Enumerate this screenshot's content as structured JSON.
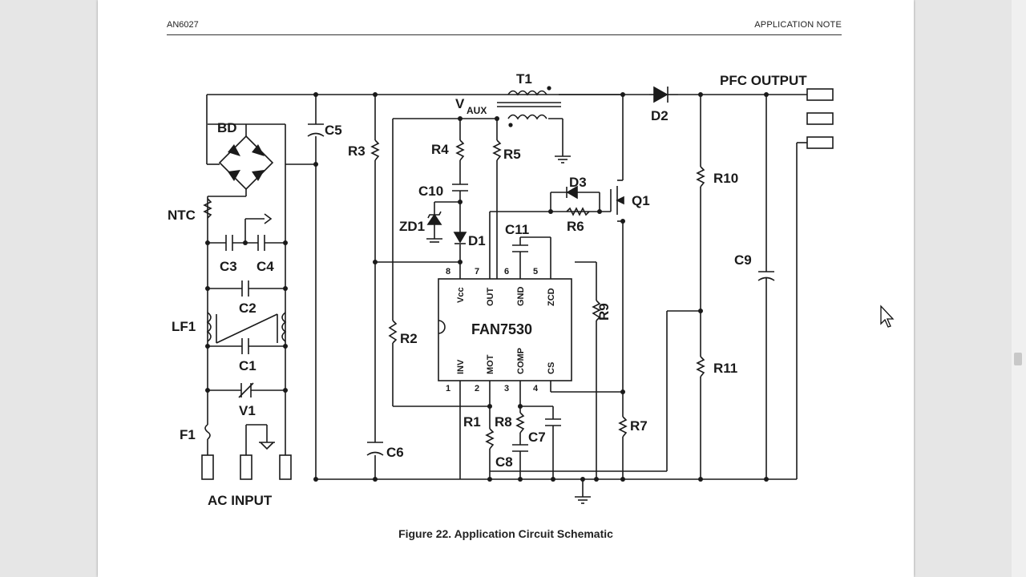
{
  "document": {
    "header_left": "AN6027",
    "header_right": "APPLICATION NOTE",
    "caption": "Figure 22. Application Circuit Schematic"
  },
  "schematic": {
    "labels": {
      "t1": "T1",
      "pfc_output": "PFC OUTPUT",
      "vaux_v": "V",
      "vaux_sub": "AUX",
      "d2": "D2",
      "bd": "BD",
      "c5": "C5",
      "r3": "R3",
      "r4": "R4",
      "r5": "R5",
      "d3": "D3",
      "q1": "Q1",
      "r10": "R10",
      "c10": "C10",
      "zd1": "ZD1",
      "d1": "D1",
      "c11": "C11",
      "r6": "R6",
      "ntc": "NTC",
      "c3": "C3",
      "c4": "C4",
      "c9": "C9",
      "c2": "C2",
      "lf1": "LF1",
      "r2": "R2",
      "r9": "R9",
      "ic": "FAN7530",
      "c1": "C1",
      "r11": "R11",
      "v1": "V1",
      "r1": "R1",
      "r8": "R8",
      "c7": "C7",
      "r7": "R7",
      "f1": "F1",
      "c6": "C6",
      "c8": "C8",
      "ac_input": "AC INPUT"
    },
    "ic_pins_top": [
      {
        "num": "8",
        "name": "Vcc"
      },
      {
        "num": "7",
        "name": "OUT"
      },
      {
        "num": "6",
        "name": "GND"
      },
      {
        "num": "5",
        "name": "ZCD"
      }
    ],
    "ic_pins_bottom": [
      {
        "num": "1",
        "name": "INV"
      },
      {
        "num": "2",
        "name": "MOT"
      },
      {
        "num": "3",
        "name": "COMP"
      },
      {
        "num": "4",
        "name": "CS"
      }
    ]
  },
  "colors": {
    "ink": "#1a1a1a",
    "page": "#ffffff",
    "viewer_bg": "#e6e6e6"
  },
  "icons": {
    "cursor": "mouse-pointer-icon"
  }
}
